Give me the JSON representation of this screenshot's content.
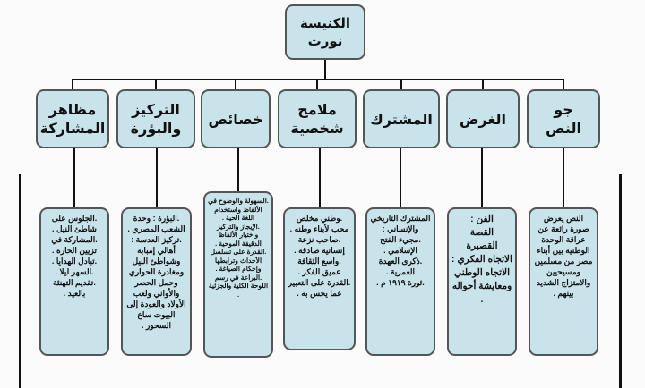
{
  "root": {
    "title": "الكنيسة\nنورت"
  },
  "branches": [
    {
      "title": "جو\nالنص",
      "details": "النص يعرض صورة رائعة عن عراقة الوحدة الوطنية بين أبناء مصر من مسلمين ومسيحيين والامتزاج الشديد بينهم ."
    },
    {
      "title": "الغرض",
      "details": "الفن :\nالقصة\nالقصيرة\nالاتجاه الفكري : الاتجاه الوطني ومعايشة أحواله ."
    },
    {
      "title": "المشترك",
      "details": "المشترك التاريخي والإنساني :\n.مجيء الفتح الإسلامي .\n.ذكرى العهدة العمرية .\n.ثورة ١٩١٩ م ."
    },
    {
      "title": "ملامح\nشخصية",
      "details": ".وطني مخلص محب لأبناء وطنه .\n.صاحب نزعة إنسانية صادقة .\n.واسع الثقافة عميق الفكر .\n.القدرة على التعبير عما يحس به ."
    },
    {
      "title": "خصائص",
      "details": ".السهولة والوضوح في الألفاظ واستخدام اللغة الحية .\n.الإيجاز والتركيز واختيار الألفاظ الدقيقة الموحية .\n.القدرة على تسلسل الأحداث وترابطها وإحكام الصياغة .\n.البراعة في رسم اللوحة الكلية والجزئية ."
    },
    {
      "title": "التركيز\nوالبؤرة",
      "details": ".البؤرة : وحدة الشعب المصري .\n.تركيز العدسة : أهالي إمبابة وشواطئ النيل ومغادرة الحواري وحمل الحصر والأواني ولعب الأولاد والعودة إلى البيوت ساع السحور ."
    },
    {
      "title": "مظاهر\nالمشاركة",
      "details": ".الجلوس على شاطئ النيل .\n.المشاركة في تزيين الحارة .\n.تبادل الهدايا .\n.السهر ليلا .\n.تقديم التهنئة بالعيد ."
    }
  ]
}
